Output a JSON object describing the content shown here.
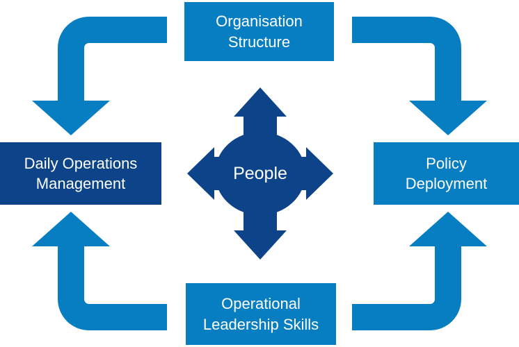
{
  "colors": {
    "light_blue": "#087EC2",
    "navy": "#0D4489",
    "text": "#FFFFFF",
    "background": "#FFFFFF"
  },
  "center": {
    "label": "People",
    "shape": "circle-with-four-way-arrows"
  },
  "nodes": {
    "top": {
      "label": "Organisation\nStructure"
    },
    "right": {
      "label": "Policy\nDeployment"
    },
    "bottom": {
      "label": "Operational\nLeadership Skills"
    },
    "left": {
      "label": "Daily Operations\nManagement"
    }
  },
  "flows": [
    {
      "from": "Organisation Structure",
      "to": "Daily Operations Management",
      "shape": "elbow-arrow-down-left"
    },
    {
      "from": "Organisation Structure",
      "to": "Policy Deployment",
      "shape": "elbow-arrow-down-right"
    },
    {
      "from": "Operational Leadership Skills",
      "to": "Daily Operations Management",
      "shape": "elbow-arrow-up-left"
    },
    {
      "from": "Operational Leadership Skills",
      "to": "Policy Deployment",
      "shape": "elbow-arrow-up-right"
    }
  ]
}
